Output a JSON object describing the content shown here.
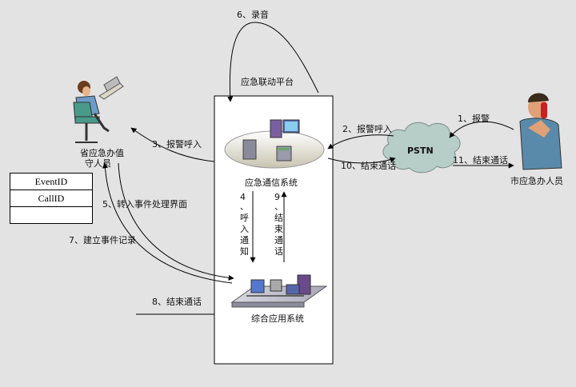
{
  "platform": {
    "title": "应急联动平台"
  },
  "nodes": {
    "comm_system": "应急通信系统",
    "app_system": "综合应用系统",
    "pstn": "PSTN",
    "province_staff": [
      "省应急办值",
      "守人员"
    ],
    "city_staff": "市应急办人员"
  },
  "table": {
    "rows": [
      "EventID",
      "CallID",
      ""
    ]
  },
  "steps": {
    "s1": "1、报警",
    "s2": "2、报警呼入",
    "s3": "3、报警呼入",
    "s4": [
      "4",
      "、",
      "呼",
      "入",
      "通",
      "知"
    ],
    "s5": "5、转入事件处理界面",
    "s6": "6、录音",
    "s7": "7、建立事件记录",
    "s8": "8、结束通话",
    "s9": [
      "9",
      "、",
      "结",
      "束",
      "通",
      "话"
    ],
    "s10": "10、结束通话",
    "s11": "11、结束通话"
  },
  "colors": {
    "background": "#e3e3e3",
    "platform_fill": "#ffffff",
    "cloud": "#b7cdc7",
    "line": "#000000"
  }
}
